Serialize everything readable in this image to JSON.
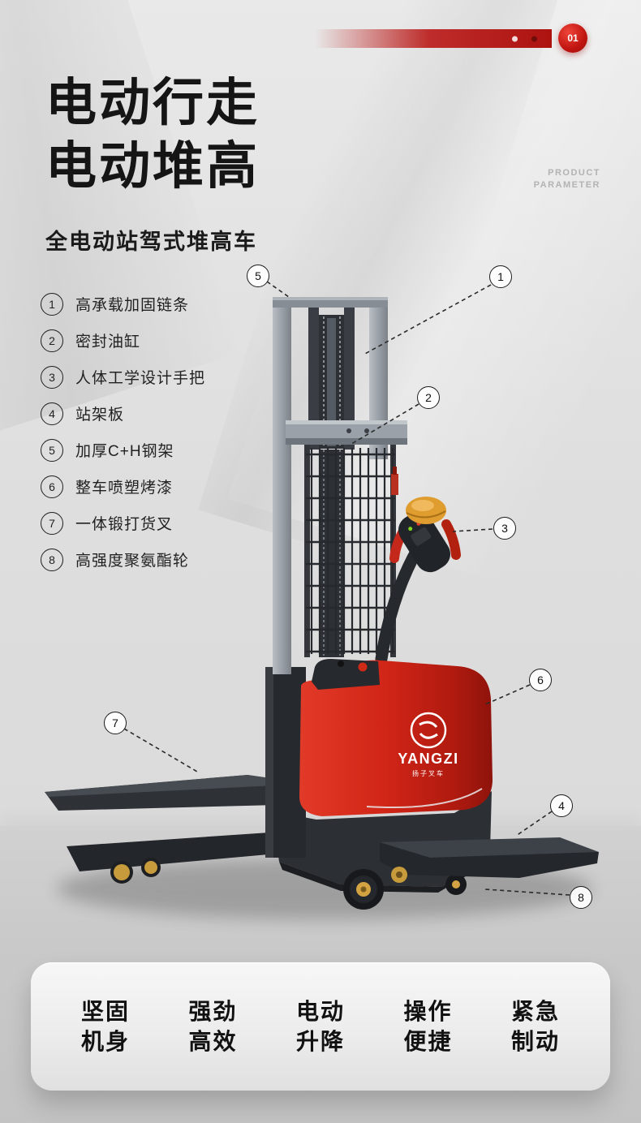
{
  "page": {
    "badge": "01",
    "title_line1": "电动行走",
    "title_line2": "电动堆高",
    "subtitle": "全电动站驾式堆高车",
    "watermark_line1": "PRODUCT",
    "watermark_line2": "PARAMETER"
  },
  "features": [
    {
      "num": "1",
      "label": "高承载加固链条"
    },
    {
      "num": "2",
      "label": "密封油缸"
    },
    {
      "num": "3",
      "label": "人体工学设计手把"
    },
    {
      "num": "4",
      "label": "站架板"
    },
    {
      "num": "5",
      "label": "加厚C+H钢架"
    },
    {
      "num": "6",
      "label": "整车喷塑烤漆"
    },
    {
      "num": "7",
      "label": "一体锻打货叉"
    },
    {
      "num": "8",
      "label": "高强度聚氨酯轮"
    }
  ],
  "callouts": [
    "1",
    "2",
    "3",
    "4",
    "5",
    "6",
    "7",
    "8"
  ],
  "product": {
    "brand": "YANGZI",
    "brand_sub": "扬子叉车"
  },
  "bottom_features": [
    {
      "line1": "坚固",
      "line2": "机身"
    },
    {
      "line1": "强劲",
      "line2": "高效"
    },
    {
      "line1": "电动",
      "line2": "升降"
    },
    {
      "line1": "操作",
      "line2": "便捷"
    },
    {
      "line1": "紧急",
      "line2": "制动"
    }
  ],
  "colors": {
    "accent_red": "#c81e1e",
    "body_red": "#d02517",
    "roller_yellow": "#c79b3c",
    "text_dark": "#151515",
    "background_gray": "#dedede"
  }
}
